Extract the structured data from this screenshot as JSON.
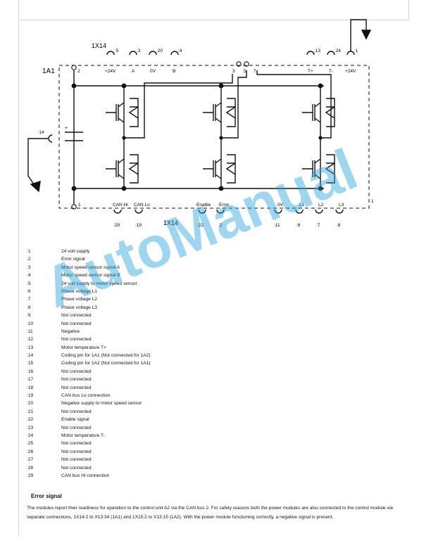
{
  "diagram": {
    "unit_label": "1A1",
    "connector_top": "1X14",
    "connector_bottom": "1X14",
    "top_pins": [
      {
        "num": ":5",
        "name": "+24V"
      },
      {
        "num": ":3",
        "name": "A"
      },
      {
        "num": ":20",
        "name": "0V"
      },
      {
        "num": ":4",
        "name": "B"
      },
      {
        "num": ":13",
        "name": "T+"
      },
      {
        "num": ":24",
        "name": "T-"
      },
      {
        "num": ":1",
        "name": "+24V"
      }
    ],
    "bottom_pins": [
      {
        "num": ":29",
        "name": "CAN Hi"
      },
      {
        "num": ":19",
        "name": "CAN Lo"
      },
      {
        "num": ":22",
        "name": "Enable"
      },
      {
        "num": ":2",
        "name": "Error"
      },
      {
        "num": ":11",
        "name": "0V"
      },
      {
        "num": ":6",
        "name": "L1"
      },
      {
        "num": ":7",
        "name": "L2"
      },
      {
        "num": ":8",
        "name": "L3"
      }
    ],
    "coding_pin": ":14",
    "node_labels": [
      "2",
      "3",
      "5",
      "7",
      "1",
      "1"
    ],
    "plus_label": "+"
  },
  "pins": [
    {
      "id": ":1",
      "desc": "24 volt supply"
    },
    {
      "id": ":2",
      "desc": "Error signal"
    },
    {
      "id": ":3",
      "desc": "Motor speed sensor signal A"
    },
    {
      "id": ":4",
      "desc": "Motor speed sensor signal B"
    },
    {
      "id": ":5",
      "desc": "24 volt supply to motor speed sensor"
    },
    {
      "id": ":6",
      "desc": "Phase voltage L1"
    },
    {
      "id": ":7",
      "desc": "Phase voltage L2"
    },
    {
      "id": ":8",
      "desc": "Phase voltage L3"
    },
    {
      "id": ":9",
      "desc": "Not connected"
    },
    {
      "id": ":10",
      "desc": "Not connected"
    },
    {
      "id": ":11",
      "desc": "Negative"
    },
    {
      "id": ":12",
      "desc": "Not connected"
    },
    {
      "id": ":13",
      "desc": "Motor temperature T+"
    },
    {
      "id": ":14",
      "desc": "Coding pin for 1A1 (Not connected for 1A2)"
    },
    {
      "id": ":15",
      "desc": "Coding pin for 1A2 (Not connected for 1A1)"
    },
    {
      "id": ":16",
      "desc": "Not connected"
    },
    {
      "id": ":17",
      "desc": "Not connected"
    },
    {
      "id": ":18",
      "desc": "Not connected"
    },
    {
      "id": ":19",
      "desc": "CAN bus Lo connection"
    },
    {
      "id": ":20",
      "desc": "Negative supply to motor speed sensor"
    },
    {
      "id": ":21",
      "desc": "Not connected"
    },
    {
      "id": ":22",
      "desc": "Enable signal"
    },
    {
      "id": ":23",
      "desc": "Not connected"
    },
    {
      "id": ":24",
      "desc": "Motor temperature T-"
    },
    {
      "id": ":25",
      "desc": "Not connected"
    },
    {
      "id": ":26",
      "desc": "Not connected"
    },
    {
      "id": ":27",
      "desc": "Not connected"
    },
    {
      "id": ":28",
      "desc": "Not connected"
    },
    {
      "id": ":29",
      "desc": "CAN bus Hi connection"
    }
  ],
  "section": {
    "title": "Error signal",
    "body": "The modules report their readiness for operation to the control unit A2 via the CAN bus 2. For safety reasons both the power modules are also connected to the control module via separate connections, 1X14:2 to X13:34 (1A1) and 1X15:2 to X13:15 (1A2). With the power module functioning correctly, a negative signal is present."
  },
  "watermark": "AutoManual"
}
